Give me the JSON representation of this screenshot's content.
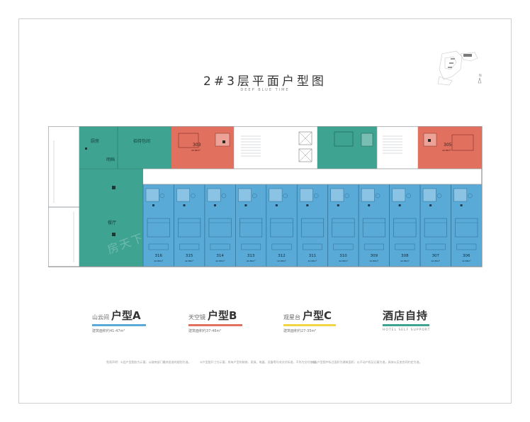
{
  "header": {
    "title": "2#3层平面户型图",
    "subtitle": "DEEP BLUE TIME"
  },
  "colors": {
    "blue": "#5aaad8",
    "red": "#e2705f",
    "green": "#3ea391",
    "yellow": "#f2d447",
    "wall": "#9aa0a4"
  },
  "plan": {
    "labels": {
      "kitchen": "厨房",
      "private_room": "招待包间",
      "prep": "明档",
      "restaurant": "餐厅"
    },
    "top_units": [
      {
        "number": "303",
        "area": "40.88m²",
        "type": "red"
      },
      {
        "number": "305",
        "area": "40.88m²",
        "type": "red"
      }
    ],
    "bottom_units": [
      {
        "number": "316",
        "area": "42.88m²"
      },
      {
        "number": "315",
        "area": "42.88m²"
      },
      {
        "number": "314",
        "area": "42.88m²"
      },
      {
        "number": "313",
        "area": "42.88m²"
      },
      {
        "number": "312",
        "area": "42.88m²"
      },
      {
        "number": "311",
        "area": "42.88m²"
      },
      {
        "number": "310",
        "area": "42.88m²"
      },
      {
        "number": "309",
        "area": "42.88m²"
      },
      {
        "number": "308",
        "area": "42.88m²"
      },
      {
        "number": "307",
        "area": "42.88m²"
      },
      {
        "number": "306",
        "area": "42.88m²"
      }
    ]
  },
  "keyplan": {
    "north": "N"
  },
  "legend": [
    {
      "name": "山云间",
      "type": "户型A",
      "area": "建筑面积约41-47m²",
      "color": "#5aaad8"
    },
    {
      "name": "天空镜",
      "type": "户型B",
      "area": "建筑面积约37-46m²",
      "color": "#e2705f"
    },
    {
      "name": "观星台",
      "type": "户型C",
      "area": "建筑面积约27-35m²",
      "color": "#f2d447"
    }
  ],
  "legend_hotel": {
    "label": "酒店自持",
    "en": "HOTEL SELF SUPPORT",
    "color": "#3ea391"
  },
  "disclaimer": [
    "免责声明：①此户型图仅为示意，以政府部门最终批准的规划为准。",
    "②户型图尺寸为示意，所有户型的装修、家具、电器、设备等均非交付标准，不作为交付依据。",
    "③本户型图中标注面积为建筑面积，以不动产权证记载为准，具体以买卖合同约定为准。"
  ],
  "watermark": "房天下"
}
